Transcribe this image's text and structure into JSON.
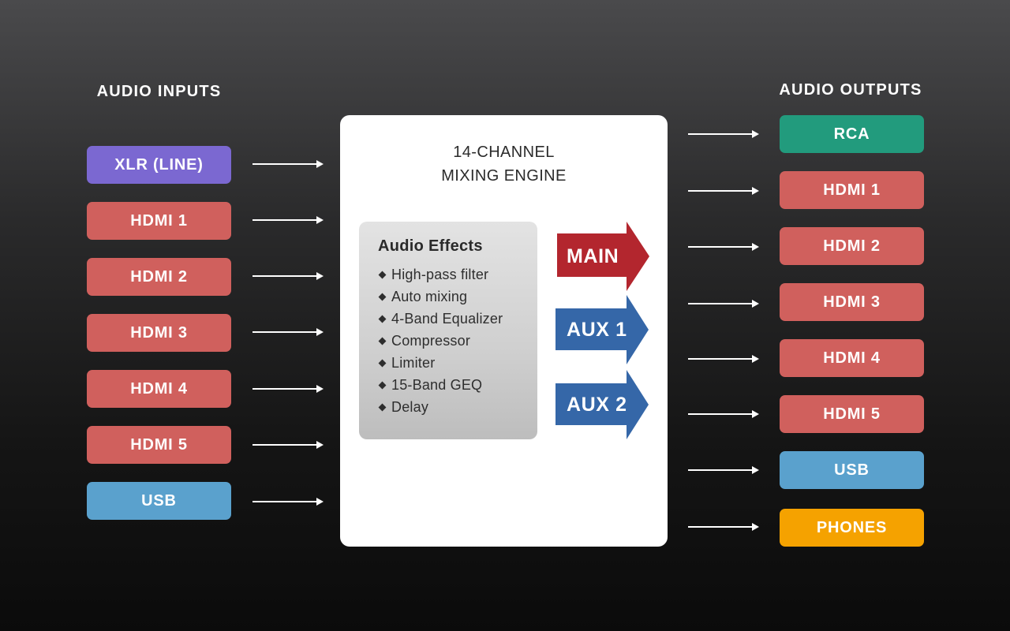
{
  "inputs": {
    "heading": "AUDIO INPUTS",
    "items": [
      {
        "label": "XLR (LINE)",
        "color": "#7b68d1"
      },
      {
        "label": "HDMI 1",
        "color": "#d0605d"
      },
      {
        "label": "HDMI 2",
        "color": "#d0605d"
      },
      {
        "label": "HDMI 3",
        "color": "#d0605d"
      },
      {
        "label": "HDMI 4",
        "color": "#d0605d"
      },
      {
        "label": "HDMI 5",
        "color": "#d0605d"
      },
      {
        "label": "USB",
        "color": "#5aa1cd"
      }
    ]
  },
  "engine": {
    "title_line1": "14-CHANNEL",
    "title_line2": "MIXING ENGINE",
    "effects": {
      "title": "Audio Effects",
      "items": [
        "High-pass filter",
        "Auto mixing",
        "4-Band Equalizer",
        "Compressor",
        "Limiter",
        "15-Band GEQ",
        "Delay"
      ]
    },
    "buses": [
      {
        "label": "MAIN",
        "color": "#b3262e"
      },
      {
        "label": "AUX 1",
        "color": "#3567a8"
      },
      {
        "label": "AUX 2",
        "color": "#3567a8"
      }
    ]
  },
  "outputs": {
    "heading": "AUDIO OUTPUTS",
    "items": [
      {
        "label": "RCA",
        "color": "#229b7d"
      },
      {
        "label": "HDMI 1",
        "color": "#d0605d"
      },
      {
        "label": "HDMI 2",
        "color": "#d0605d"
      },
      {
        "label": "HDMI 3",
        "color": "#d0605d"
      },
      {
        "label": "HDMI 4",
        "color": "#d0605d"
      },
      {
        "label": "HDMI 5",
        "color": "#d0605d"
      },
      {
        "label": "USB",
        "color": "#5aa1cd"
      },
      {
        "label": "PHONES",
        "color": "#f5a200"
      }
    ]
  }
}
